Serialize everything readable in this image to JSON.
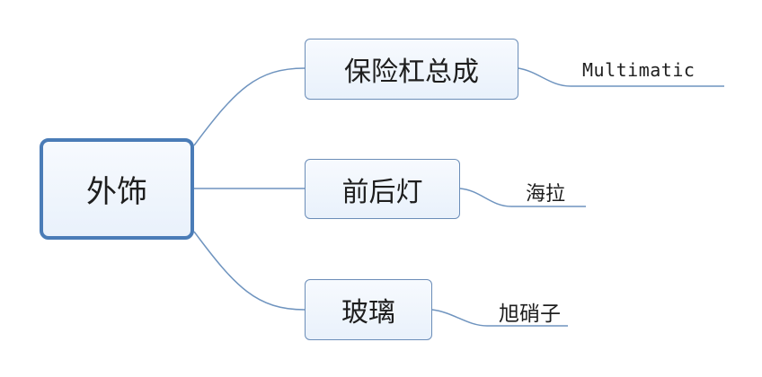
{
  "diagram": {
    "root": {
      "label": "外饰"
    },
    "branches": [
      {
        "label": "保险杠总成",
        "leaf": "Multimatic"
      },
      {
        "label": "前后灯",
        "leaf": "海拉"
      },
      {
        "label": "玻璃",
        "leaf": "旭硝子"
      }
    ]
  },
  "colors": {
    "root_border": "#4a7cb7",
    "node_border": "#6b8db8",
    "connector": "#6f94bf",
    "node_fill": "#eef4fc"
  }
}
